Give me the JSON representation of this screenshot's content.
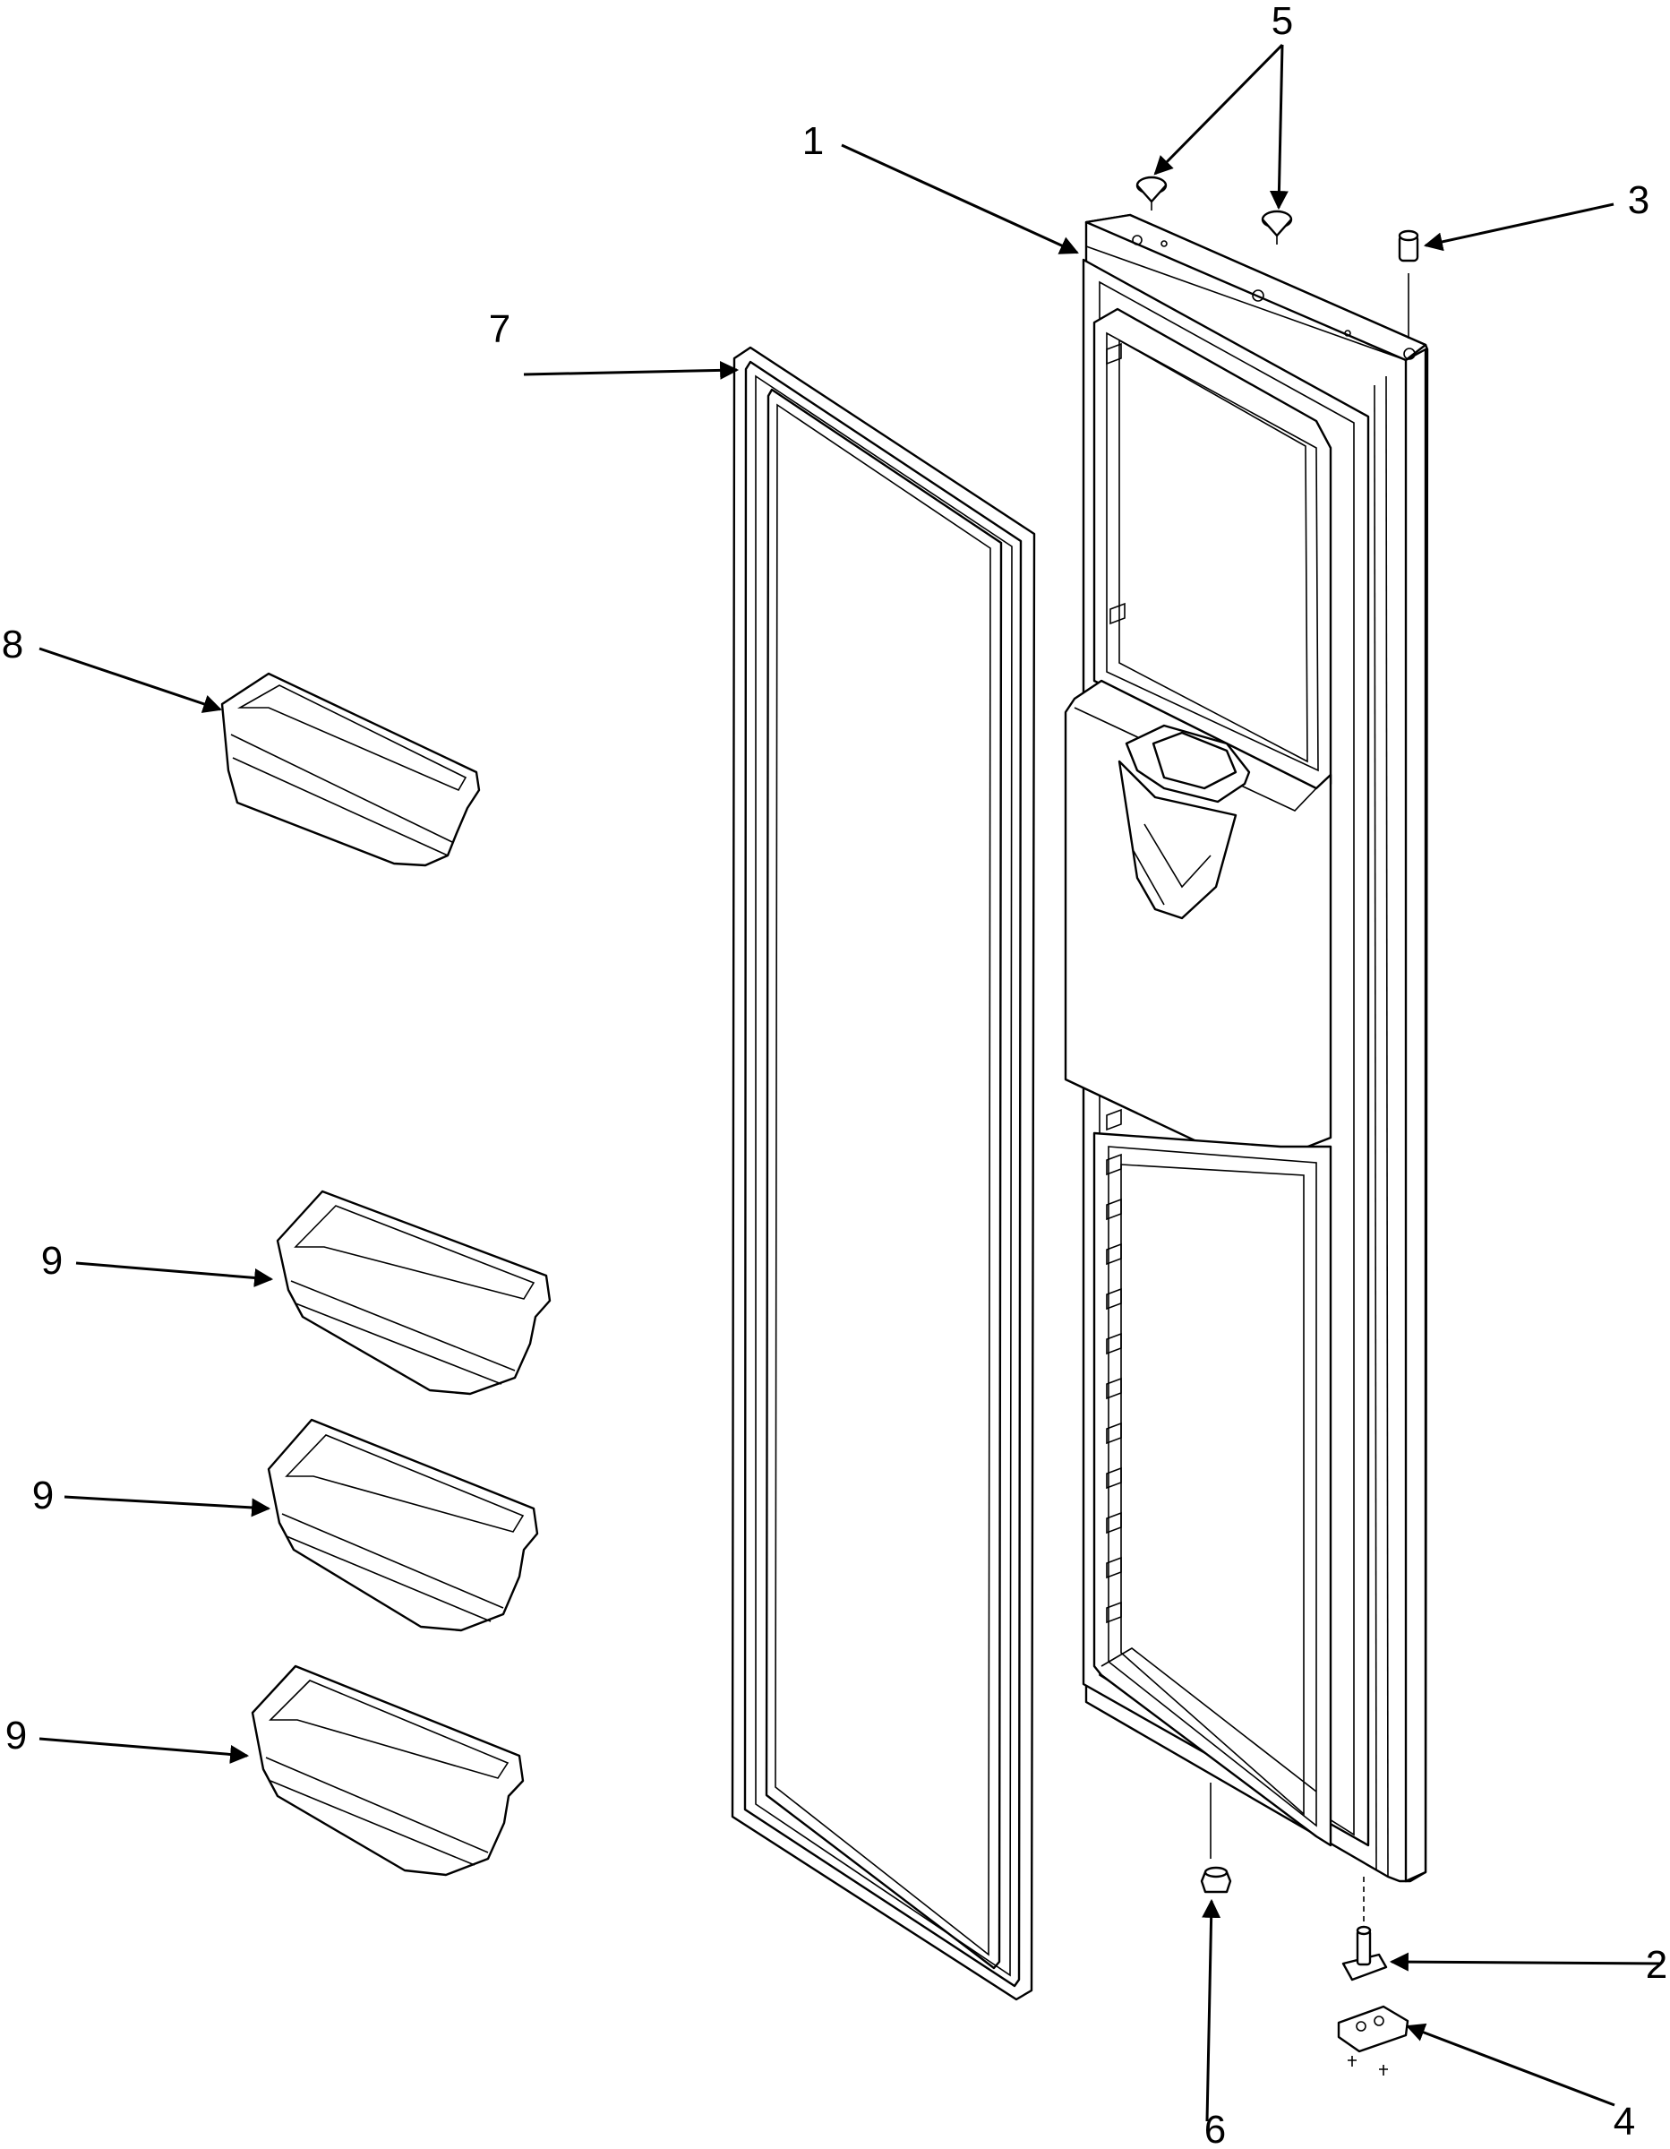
{
  "diagram": {
    "callouts": [
      {
        "id": "door",
        "label": "1"
      },
      {
        "id": "lower-hinge",
        "label": "2"
      },
      {
        "id": "top-bushing",
        "label": "3"
      },
      {
        "id": "hinge-bracket",
        "label": "4"
      },
      {
        "id": "plug-left",
        "label": "5"
      },
      {
        "id": "bottom-bushing",
        "label": "6"
      },
      {
        "id": "gasket",
        "label": "7"
      },
      {
        "id": "upper-bin",
        "label": "8"
      },
      {
        "id": "bin-1",
        "label": "9"
      },
      {
        "id": "bin-2",
        "label": "9"
      },
      {
        "id": "bin-3",
        "label": "9"
      }
    ]
  }
}
